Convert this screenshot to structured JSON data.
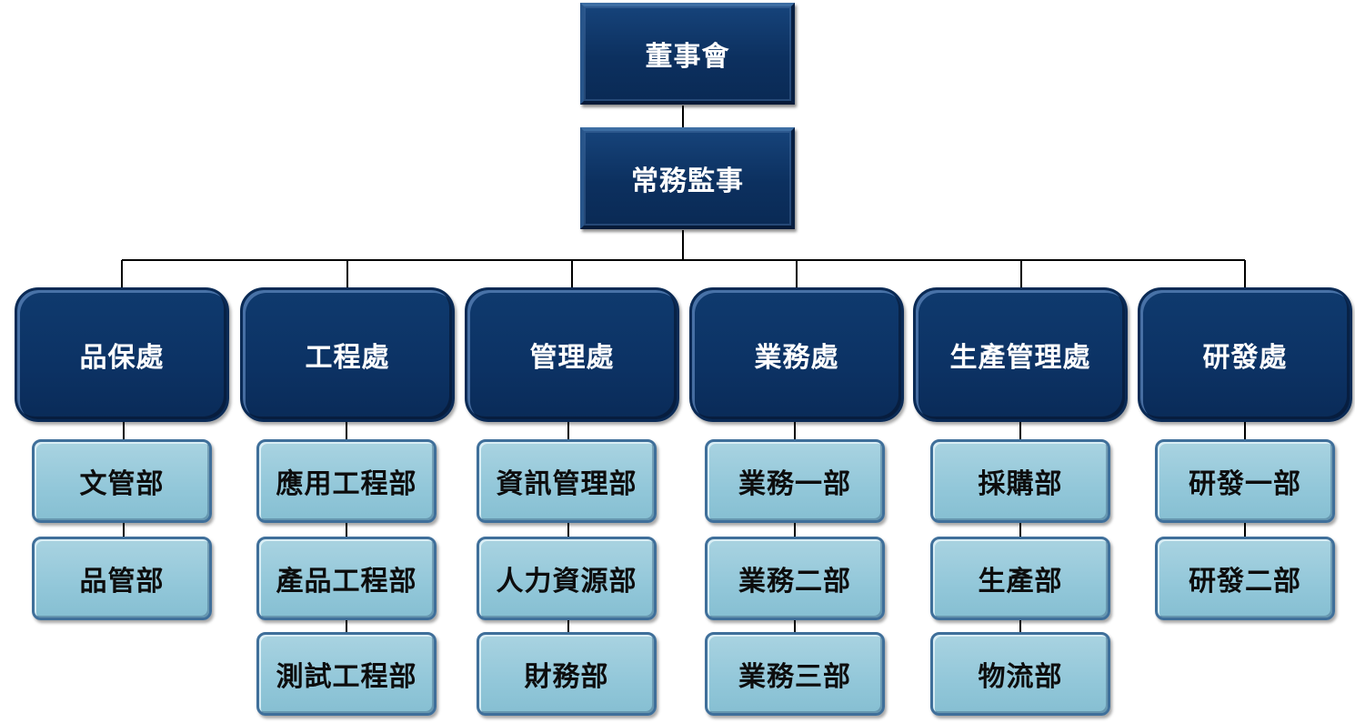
{
  "board": "董事會",
  "supervisor": "常務監事",
  "divisions": [
    {
      "name": "品保處",
      "departments": [
        "文管部",
        "品管部"
      ]
    },
    {
      "name": "工程處",
      "departments": [
        "應用工程部",
        "產品工程部",
        "測試工程部"
      ]
    },
    {
      "name": "管理處",
      "departments": [
        "資訊管理部",
        "人力資源部",
        "財務部"
      ]
    },
    {
      "name": "業務處",
      "departments": [
        "業務一部",
        "業務二部",
        "業務三部"
      ]
    },
    {
      "name": "生產管理處",
      "departments": [
        "採購部",
        "生產部",
        "物流部"
      ]
    },
    {
      "name": "研發處",
      "departments": [
        "研發一部",
        "研發二部"
      ]
    }
  ],
  "colors": {
    "top_fill": "#0c305f",
    "division_fill": "#0c3264",
    "dept_fill": "#92c7d9",
    "connector": "#000000"
  }
}
